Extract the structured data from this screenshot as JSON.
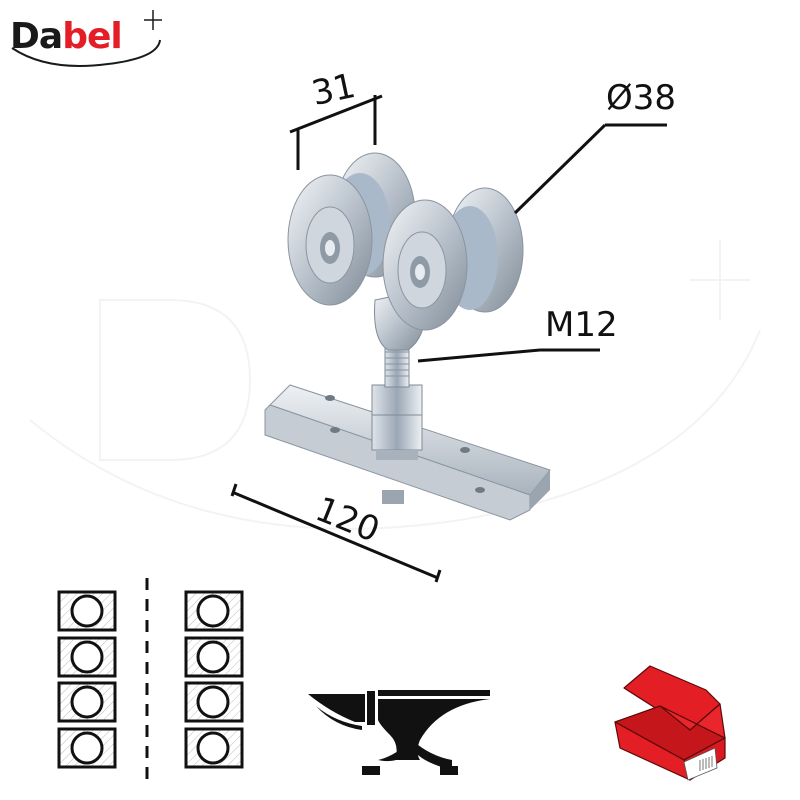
{
  "brand": {
    "name_part1": "Da",
    "name_part2": "bel",
    "color_dark": "#1a1a1a",
    "color_red": "#e41e26"
  },
  "product": {
    "description": "Sliding gate roller carriage with four wheels, M12 threaded bolt and mounting plate",
    "dimensions": {
      "wheel_spacing": "31",
      "wheel_diameter": "Ø38",
      "bolt_thread": "M12",
      "plate_length": "120"
    }
  },
  "icons": [
    {
      "name": "track-profile-icon",
      "description": "four-roller track cross-section diagram"
    },
    {
      "name": "anvil-icon",
      "description": "heavy duty / forged steel"
    },
    {
      "name": "package-box-icon",
      "description": "red box packaging",
      "color": "#e31e24"
    }
  ]
}
